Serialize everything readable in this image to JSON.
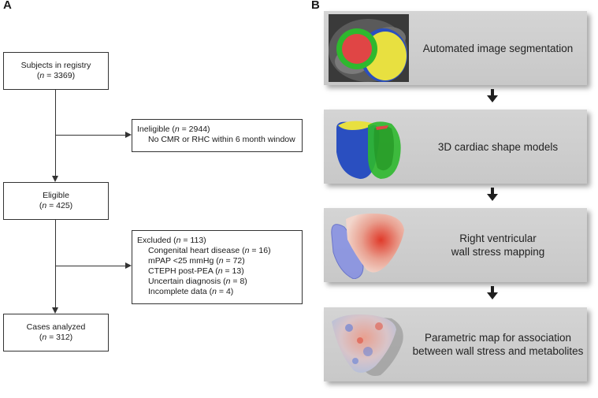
{
  "panel_a": {
    "letter": "A",
    "registry": {
      "label": "Subjects in registry",
      "n_prefix": "(",
      "n_var": "n",
      "n_value": " = 3369)"
    },
    "ineligible": {
      "label": "Ineligible (",
      "n_var": "n",
      "n_value": " = 2944)",
      "detail": "No CMR or RHC within 6 month window"
    },
    "eligible": {
      "label": "Eligible",
      "n_prefix": "(",
      "n_var": "n",
      "n_value": " = 425)"
    },
    "excluded": {
      "label": "Excluded (",
      "n_var": "n",
      "n_value": " = 113)",
      "items": [
        {
          "text": "Congenital heart disease (",
          "n_var": "n",
          "n_value": " = 16)"
        },
        {
          "text": "mPAP <25 mmHg (",
          "n_var": "n",
          "n_value": " = 72)"
        },
        {
          "text": "CTEPH post-PEA (",
          "n_var": "n",
          "n_value": " = 13)"
        },
        {
          "text": "Uncertain diagnosis (",
          "n_var": "n",
          "n_value": " = 8)"
        },
        {
          "text": "Incomplete data (",
          "n_var": "n",
          "n_value": " = 4)"
        }
      ]
    },
    "analyzed": {
      "label": "Cases analyzed",
      "n_prefix": "(",
      "n_var": "n",
      "n_value": " = 312)"
    }
  },
  "panel_b": {
    "letter": "B",
    "steps": [
      {
        "label": "Automated image segmentation",
        "image": "mri-segmentation-image"
      },
      {
        "label": "3D cardiac shape models",
        "image": "3d-heart-shape-image"
      },
      {
        "label": "Right ventricular\nwall stress mapping",
        "image": "wall-stress-heart-image"
      },
      {
        "label": "Parametric map for association\nbetween wall stress and metabolites",
        "image": "parametric-map-heart-image"
      }
    ]
  },
  "colors": {
    "box_border": "#333333",
    "step_bg": "#cccccc",
    "arrow": "#1f1f1f",
    "seg_green": "#2eb82e",
    "seg_red": "#e04545",
    "seg_yellow": "#e8e040",
    "shape_blue": "#2a4fc0",
    "stress_red": "#e05a4a"
  }
}
